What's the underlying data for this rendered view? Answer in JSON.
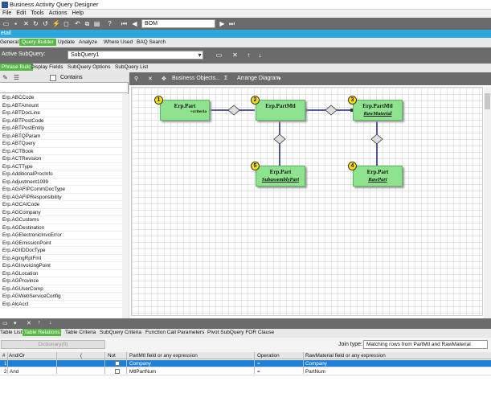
{
  "window": {
    "title": "Business Activity Query Designer"
  },
  "menu": [
    "File",
    "Edit",
    "Tools",
    "Actions",
    "Help"
  ],
  "toolbar": {
    "bom_value": "BOM"
  },
  "banner": "etail",
  "tabs1": [
    "General",
    "Query Builder",
    "Update",
    "Analyze",
    "Where Used",
    "BAQ Search"
  ],
  "subquery": {
    "label": "Active SubQuery:",
    "value": "SubQuery1"
  },
  "tabs2": [
    "Phrase Build",
    "Display Fields",
    "SubQuery Options",
    "SubQuery List"
  ],
  "left": {
    "contains_label": "Contains",
    "tables": [
      "Erp.ABCCode",
      "Erp.ABTAmount",
      "Erp.ABTDocLine",
      "Erp.ABTPostCode",
      "Erp.ABTPostEntity",
      "Erp.ABTQParam",
      "Erp.ABTQuery",
      "Erp.ACTBook",
      "Erp.ACTRevision",
      "Erp.ACTType",
      "Erp.AdditionalProcInfo",
      "Erp.Adjustment1099",
      "Erp.AGAFIPCommDocType",
      "Erp.AGAFIPResponsibility",
      "Erp.AGCAICode",
      "Erp.AGCompany",
      "Erp.AGCustoms",
      "Erp.AGDestination",
      "Erp.AGElectronicInvcError",
      "Erp.AGEmissionPoint",
      "Erp.AGIIDDocType",
      "Erp.AgingRptFmt",
      "Erp.AGInvoicingPoint",
      "Erp.AGLocation",
      "Erp.AGProvince",
      "Erp.AGUserComp",
      "Erp.AGWebServiceConfig",
      "Erp.AlcAcct"
    ]
  },
  "canvas": {
    "business_objects": "Business Objects...",
    "arrange": "Arrange Diagram",
    "nodes": [
      {
        "num": "1",
        "name": "Erp.Part",
        "alias": "",
        "criteria": "+criteria"
      },
      {
        "num": "2",
        "name": "Erp.PartMtl",
        "alias": "",
        "criteria": ""
      },
      {
        "num": "3",
        "name": "Erp.PartMtl",
        "alias": "RawMaterial",
        "criteria": ""
      },
      {
        "num": "4",
        "name": "Erp.Part",
        "alias": "RawPart",
        "criteria": ""
      },
      {
        "num": "5",
        "name": "Erp.Part",
        "alias": "SubassemblyPart",
        "criteria": ""
      }
    ]
  },
  "tabs3": [
    "Table List",
    "Table Relations",
    "Table Criteria",
    "SubQuery Criteria",
    "Function Call Parameters",
    "Pivot SubQuery FOR Clause"
  ],
  "join": {
    "dictionary": "Dictionary(0)",
    "label": "Join type:",
    "value": "Matching rows from PartMtl and RawMaterial"
  },
  "relations": {
    "headers": [
      "#",
      "And/Or",
      "(",
      "Not",
      "PartMtl field or any expression",
      "Operation",
      "RawMaterial field or any expression"
    ],
    "rows": [
      {
        "n": "1",
        "andor": "",
        "field": "Company",
        "op": "=",
        "rfield": "Company"
      },
      {
        "n": "2",
        "andor": "And",
        "field": "MtlPartNum",
        "op": "=",
        "rfield": "PartNum"
      }
    ]
  },
  "colors": {
    "accent": "#29a8e0",
    "active_tab": "#58b947",
    "node": "#8fe38f",
    "badge": "#ffe000",
    "selected_row": "#1d7fd8"
  }
}
